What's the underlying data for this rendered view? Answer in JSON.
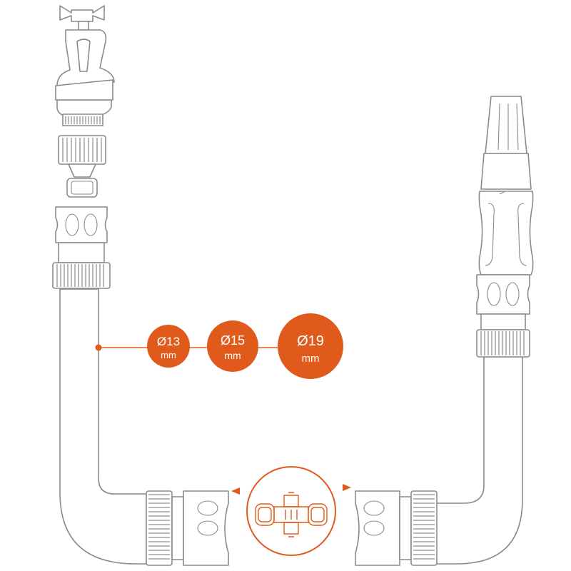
{
  "sizes": [
    {
      "diameter": "Ø13",
      "unit": "mm"
    },
    {
      "diameter": "Ø15",
      "unit": "mm"
    },
    {
      "diameter": "Ø19",
      "unit": "mm"
    }
  ],
  "colors": {
    "accent": "#e05a1c",
    "outline": "#8a8a8a",
    "background": "#ffffff"
  },
  "icons": {
    "arrow_left": "left-triangle-arrow",
    "arrow_right": "right-triangle-arrow"
  }
}
